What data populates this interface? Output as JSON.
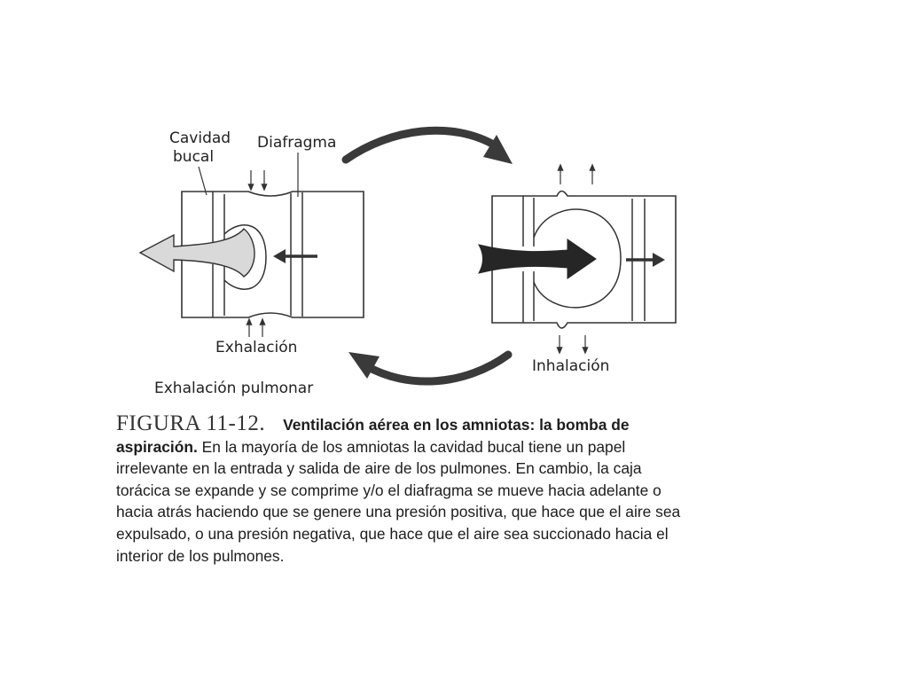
{
  "diagram": {
    "labels": {
      "cavity_line1": "Cavidad",
      "cavity_line2": "bucal",
      "diaphragm": "Diafragma",
      "exhalation": "Exhalación",
      "inhalation": "Inhalación",
      "pulmonary_exhalation": "Exhalación pulmonar"
    },
    "colors": {
      "ink": "#333333",
      "exhaled_air_fill": "#d9d9d9",
      "inhaled_air_fill": "#262626",
      "cycle_arrow": "#3a3a3a"
    }
  },
  "caption": {
    "figure_number": "FIGURA 11-12.",
    "title": "Ventilación aérea en los amniotas: la bomba de aspiración.",
    "body": "En la mayoría de los amniotas la cavidad bucal tiene un papel irrelevante en la entrada y salida de aire de los pulmones. En cambio, la caja torácica se expande y se comprime y/o el diafragma se mueve hacia adelante o hacia atrás haciendo que se genere una presión positiva, que hace que el aire sea expulsado, o una presión negativa, que hace que el aire sea succionado hacia el interior de los pulmones."
  }
}
